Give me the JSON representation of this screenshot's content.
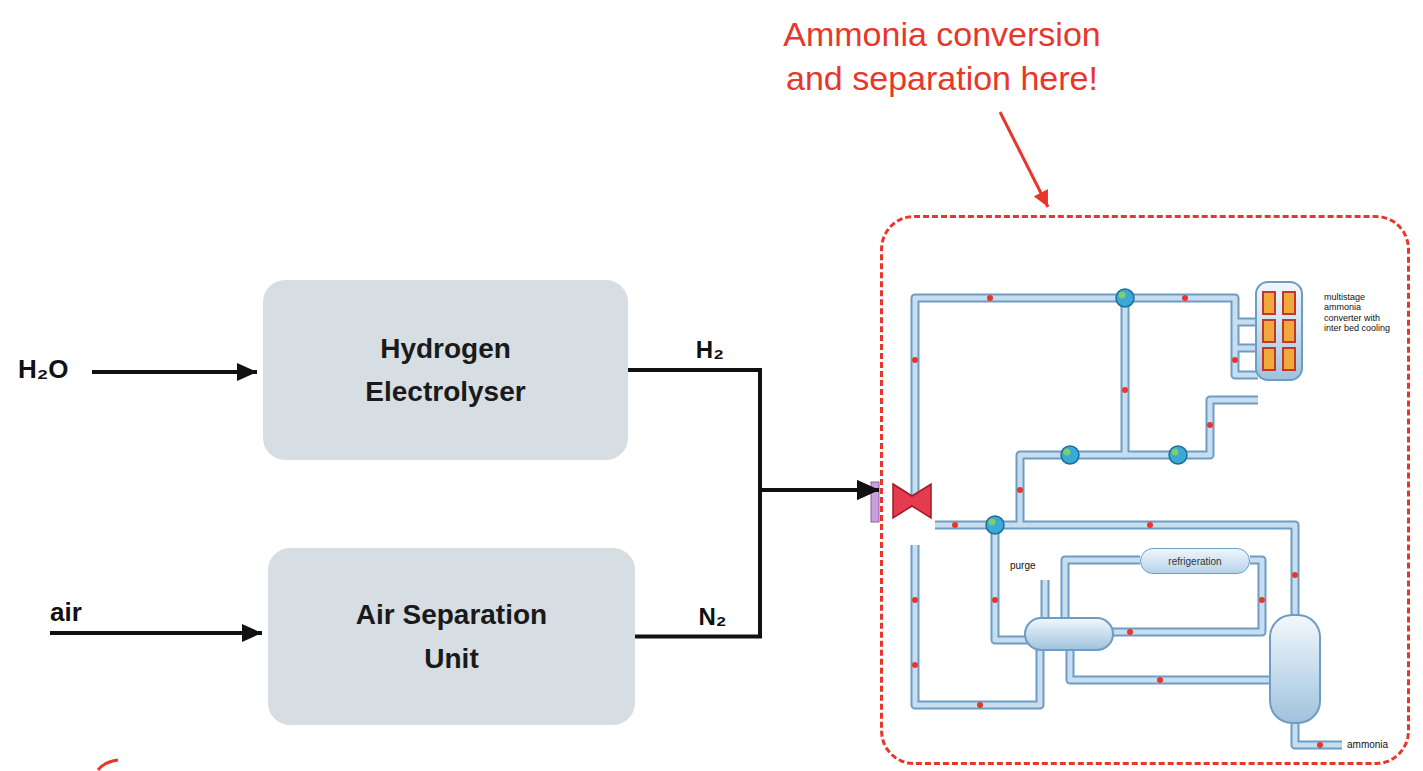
{
  "diagram": {
    "nodes": [
      {
        "text": [
          "Hydrogen Electrolyser"
        ]
      },
      {
        "text": [
          "Air Separation Unit"
        ]
      },
      {
        "text": [
          "Ammonia conversion and separation here!"
        ]
      },
      {
        "text": [
          "refrigeration"
        ],
        "in": 2
      }
    ],
    "edges": [
      {
        "from": 0,
        "to": 2,
        "label": "H₂",
        "arrow": "to"
      },
      {
        "from": 1,
        "to": 2,
        "label": "N₂",
        "arrow": "to"
      }
    ],
    "labels": [
      "H₂O",
      "air",
      "multistage ammonia converter with inter bed cooling",
      "purge",
      "ammonia"
    ]
  }
}
